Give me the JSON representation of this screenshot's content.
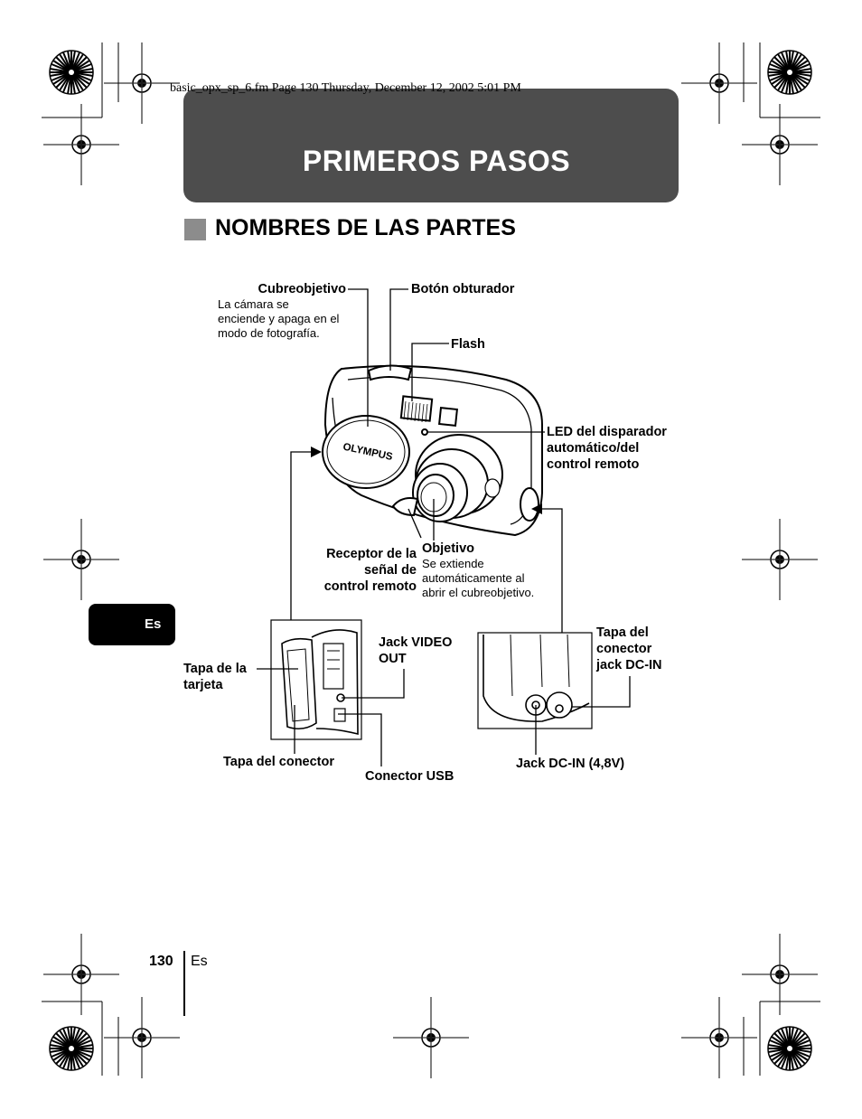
{
  "header_line": "basic_opx_sp_6.fm  Page 130  Thursday, December 12, 2002  5:01 PM",
  "banner": {
    "title": "PRIMEROS PASOS"
  },
  "section": {
    "title": "NOMBRES DE LAS PARTES"
  },
  "camera": {
    "brand": "OLYMPUS"
  },
  "labels": {
    "cubreobjetivo": "Cubreobjetivo",
    "cubreobjetivo_desc": [
      "La cámara se",
      "enciende y apaga en el",
      "modo de fotografía."
    ],
    "boton_obturador": "Botón obturador",
    "flash": "Flash",
    "led": [
      "LED del disparador",
      "automático/del",
      "control remoto"
    ],
    "receptor": [
      "Receptor de la",
      "señal de",
      "control remoto"
    ],
    "objetivo": "Objetivo",
    "objetivo_desc": [
      "Se extiende",
      "automáticamente al",
      "abrir el cubreobjetivo."
    ],
    "tapa_tarjeta": [
      "Tapa de la",
      "tarjeta"
    ],
    "jack_video": [
      "Jack VIDEO",
      "OUT"
    ],
    "tapa_conector": "Tapa del conector",
    "conector_usb": "Conector USB",
    "tapa_dcin": [
      "Tapa del",
      "conector",
      "jack DC-IN"
    ],
    "jack_dcin": "Jack DC-IN (4,8V)"
  },
  "side_tab": {
    "label": "Es"
  },
  "footer": {
    "page_number": "130",
    "language": "Es"
  }
}
